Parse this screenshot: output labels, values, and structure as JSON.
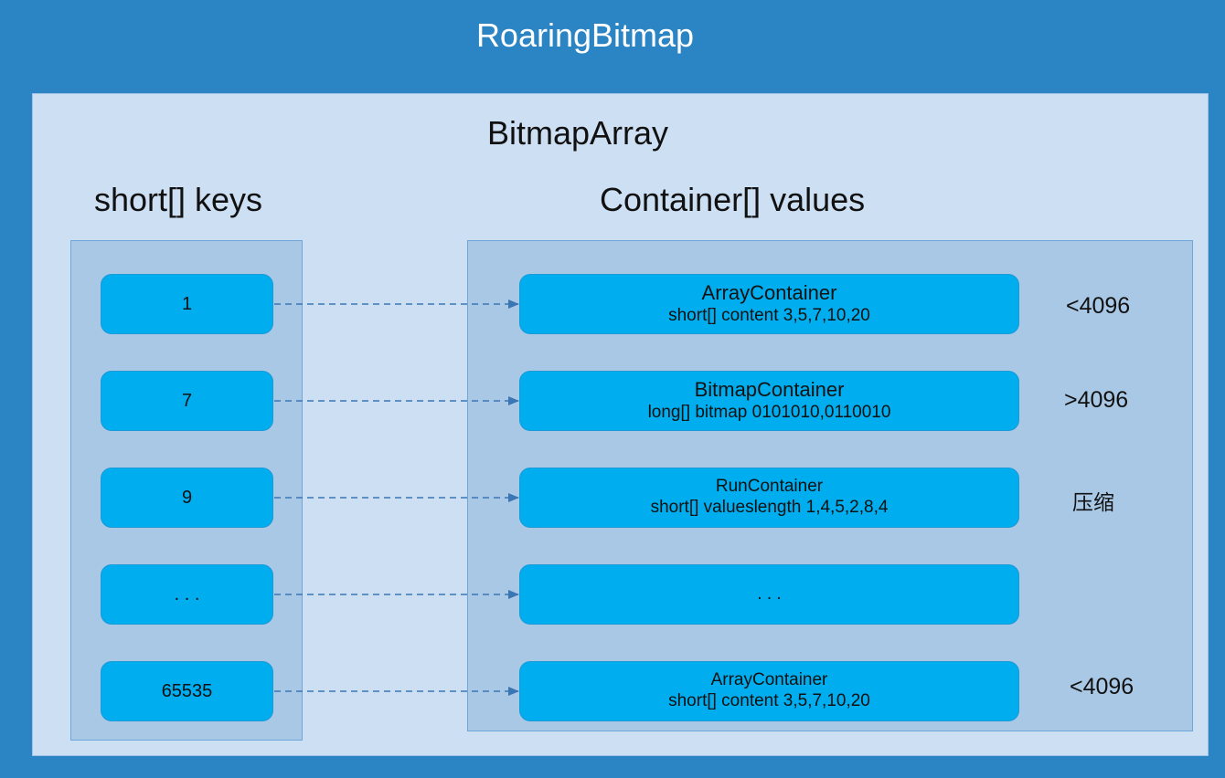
{
  "title": "RoaringBitmap",
  "inner_title": "BitmapArray",
  "keys_label": "short[] keys",
  "values_label": "Container[] values",
  "keys": [
    "1",
    "7",
    "9",
    ". . .",
    "65535"
  ],
  "containers": [
    {
      "name": "ArrayContainer",
      "content": "short[] content 3,5,7,10,20",
      "note": "<4096"
    },
    {
      "name": "BitmapContainer",
      "content": "long[] bitmap  0101010,0110010",
      "note": ">4096"
    },
    {
      "name": "RunContainer",
      "content": "short[] valueslength 1,4,5,2,8,4",
      "note": "压缩"
    },
    {
      "name": ". . .",
      "content": "",
      "note": ""
    },
    {
      "name": "ArrayContainer",
      "content": "short[] content 3,5,7,10,20",
      "note": "<4096"
    }
  ],
  "colors": {
    "outer_bg": "#2b84c3",
    "inner_bg": "#cddff3",
    "panel_bg": "#a9c8e6",
    "box_fill": "#00adee",
    "arrow": "#3a76b4"
  }
}
